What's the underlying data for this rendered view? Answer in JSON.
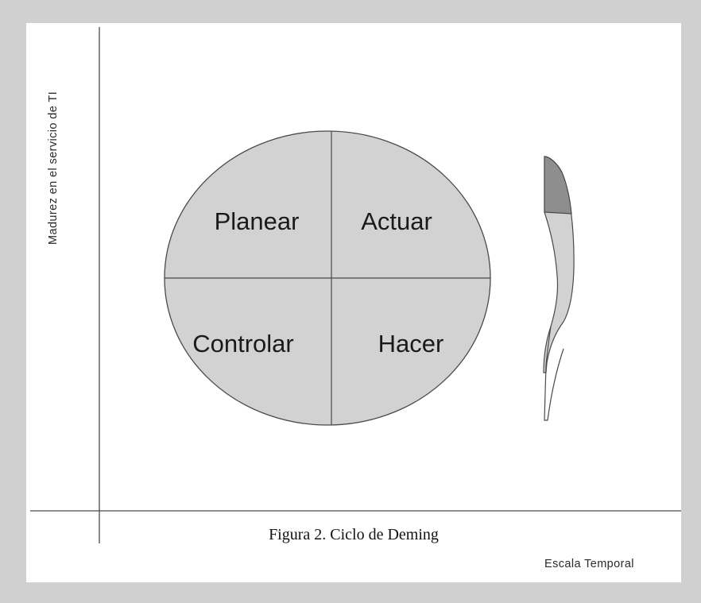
{
  "diagram": {
    "y_axis_label": "Madurez en el servicio de TI",
    "x_axis_label": "Escala Temporal",
    "caption": "Figura 2. Ciclo de Deming",
    "quadrants": {
      "top_left": "Planear",
      "top_right": "Actuar",
      "bottom_left": "Controlar",
      "bottom_right": "Hacer"
    },
    "colors": {
      "circle_fill": "#d2d2d2",
      "arrow_dark": "#8e8e8e",
      "arrow_light": "#d2d2d2",
      "line": "#4a4a4a",
      "frame": "#d0d0d0"
    }
  }
}
